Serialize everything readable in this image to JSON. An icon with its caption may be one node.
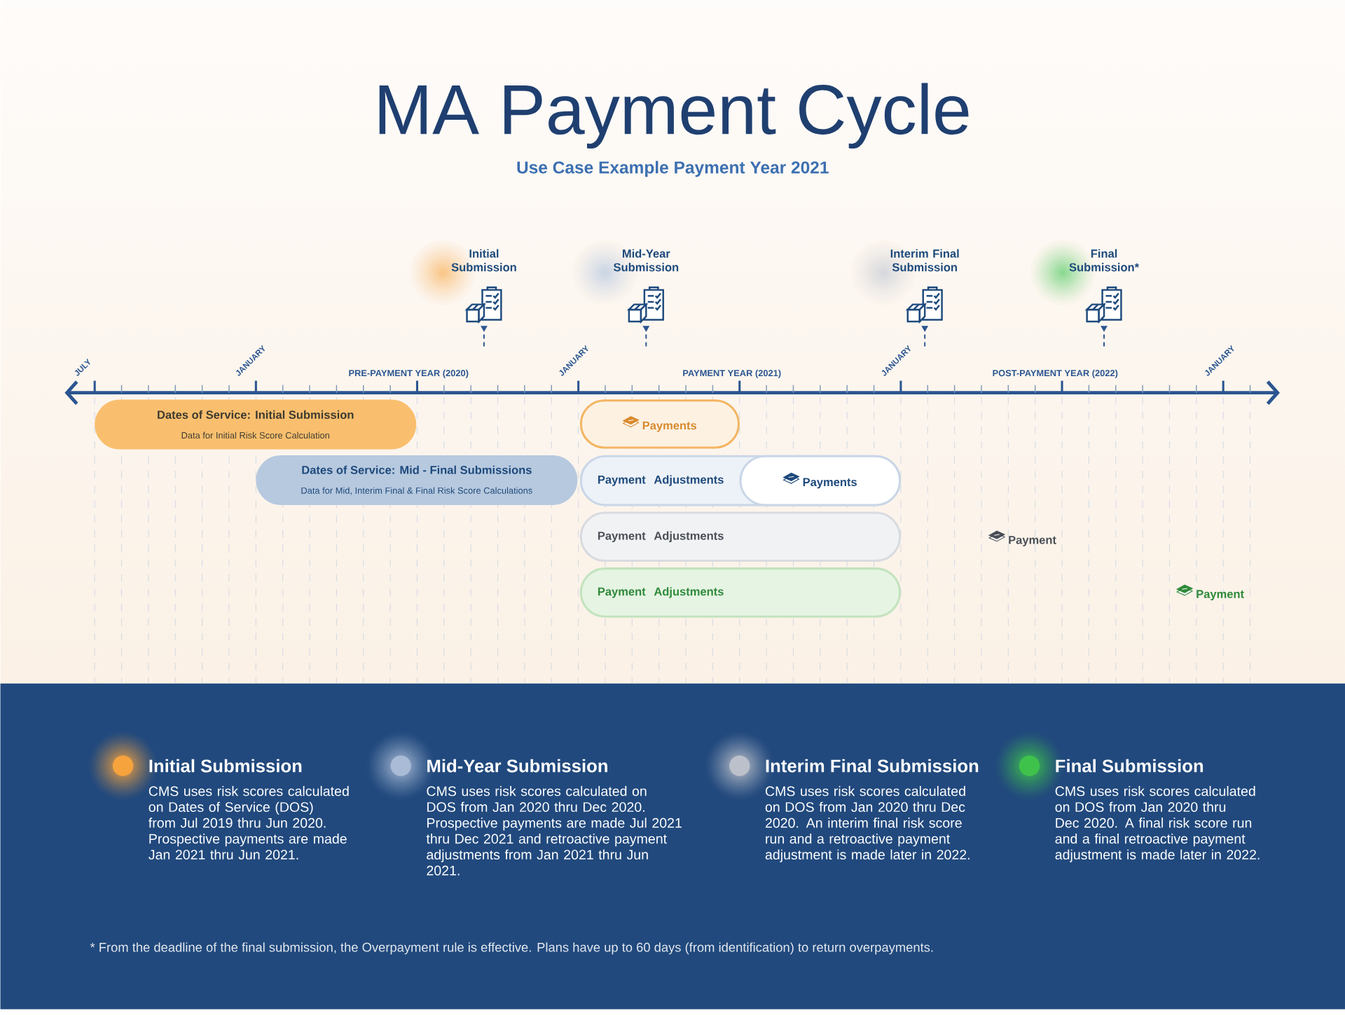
{
  "diagram": {
    "title": "MA Payment Cycle",
    "nodes": [
      {
        "text": [
          "Initial Submission"
        ]
      },
      {
        "text": [
          "Mid-Year Submission"
        ]
      },
      {
        "text": [
          "Interim Final Submission"
        ]
      },
      {
        "text": [
          "Final Submission*"
        ]
      },
      {
        "text": [
          "Dates of Service: Initial Submission",
          "Data for Initial Risk Score Calculation"
        ]
      },
      {
        "text": [
          "Payments"
        ]
      },
      {
        "text": [
          "Dates of Service: Mid - Final Submissions",
          "Data for Mid, Interim Final & Final Risk Score Calculations"
        ]
      },
      {
        "text": [
          "Payment Adjustments"
        ]
      },
      {
        "text": [
          "Payments"
        ],
        "in": 7
      },
      {
        "text": [
          "Payment Adjustments"
        ]
      },
      {
        "text": [
          "Payment Adjustments"
        ]
      }
    ],
    "edges": [
      {
        "from": 0,
        "to": null,
        "arrow": "to",
        "style": "dashed"
      },
      {
        "from": 1,
        "to": null,
        "arrow": "to",
        "style": "dashed"
      },
      {
        "from": 2,
        "to": null,
        "arrow": "to",
        "style": "dashed"
      },
      {
        "from": 3,
        "to": null,
        "arrow": "to",
        "style": "dashed"
      }
    ],
    "labels": [
      "Use Case Example Payment Year 2021",
      "JULY",
      "JANUARY",
      "PRE-PAYMENT YEAR (2020)",
      "JANUARY",
      "PAYMENT YEAR (2021)",
      "JANUARY",
      "POST-PAYMENT YEAR (2022)",
      "JANUARY",
      "Payment",
      "Payment",
      "CMS uses risk scores calculated on Dates of Service (DOS) from Jul 2019 thru Jun 2020. Prospective payments are made Jan 2021 thru Jun 2021.",
      "CMS uses risk scores calculated on DOS from Jan 2020 thru Dec 2020. Prospective payments are made Jul 2021 thru Dec 2021 and retroactive payment adjustments from Jan 2021 thru Jun 2021.",
      "CMS uses risk scores calculated on DOS from Jan 2020 thru Dec 2020. An interim final risk score run and a retroactive payment adjustment is made later in 2022.",
      "CMS uses risk scores calculated on DOS from Jan 2020 thru Dec 2020. A final risk score run and a final retroactive payment adjustment is made later in 2022.",
      "* From the deadline of the final submission, the Overpayment rule is effective. Plans have up to 60 days (from identification) to return overpayments."
    ],
    "legend": [
      {
        "text": "Initial Submission",
        "color": "#f6a33e"
      },
      {
        "text": "Mid-Year Submission",
        "color": "#a9bbd6"
      },
      {
        "text": "Interim Final Submission",
        "color": "#bcc0ca"
      },
      {
        "text": "Final Submission",
        "color": "#3fc24c"
      }
    ]
  }
}
